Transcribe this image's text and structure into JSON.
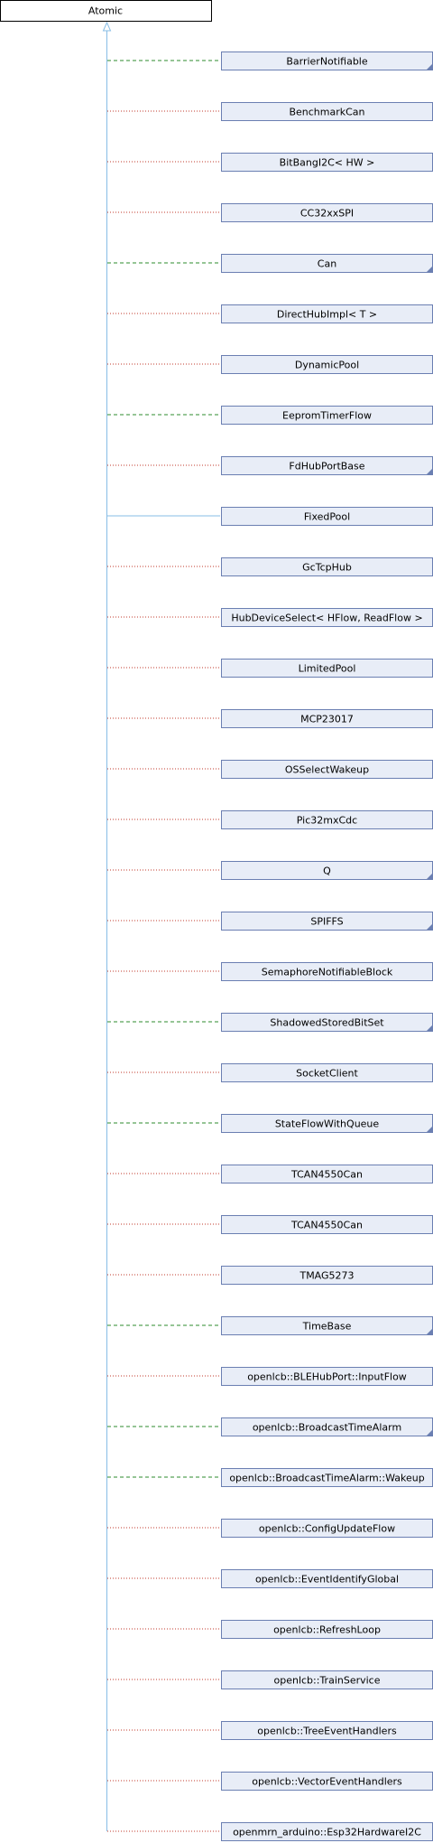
{
  "root": {
    "label": "Atomic"
  },
  "colors": {
    "box_fill": "#e8edf7",
    "box_border": "#6b7fb2",
    "root_fill": "#ffffff",
    "root_border": "#000000",
    "solid_edge": "#87bde6",
    "green_edge": "#2e8b2e",
    "red_edge": "#c0392b"
  },
  "edge_styles": [
    "green_dashed",
    "red_dotted",
    "solid_blue"
  ],
  "classes": [
    {
      "label": "BarrierNotifiable",
      "edge": "green_dashed",
      "truncated": true
    },
    {
      "label": "BenchmarkCan",
      "edge": "red_dotted",
      "truncated": false
    },
    {
      "label": "BitBangI2C< HW >",
      "edge": "red_dotted",
      "truncated": false
    },
    {
      "label": "CC32xxSPI",
      "edge": "red_dotted",
      "truncated": false
    },
    {
      "label": "Can",
      "edge": "green_dashed",
      "truncated": true
    },
    {
      "label": "DirectHubImpl< T >",
      "edge": "red_dotted",
      "truncated": false
    },
    {
      "label": "DynamicPool",
      "edge": "red_dotted",
      "truncated": false
    },
    {
      "label": "EepromTimerFlow",
      "edge": "green_dashed",
      "truncated": false
    },
    {
      "label": "FdHubPortBase",
      "edge": "red_dotted",
      "truncated": true
    },
    {
      "label": "FixedPool",
      "edge": "solid_blue",
      "truncated": false
    },
    {
      "label": "GcTcpHub",
      "edge": "red_dotted",
      "truncated": false
    },
    {
      "label": "HubDeviceSelect< HFlow, ReadFlow >",
      "edge": "red_dotted",
      "truncated": false
    },
    {
      "label": "LimitedPool",
      "edge": "red_dotted",
      "truncated": false
    },
    {
      "label": "MCP23017",
      "edge": "red_dotted",
      "truncated": false
    },
    {
      "label": "OSSelectWakeup",
      "edge": "red_dotted",
      "truncated": false
    },
    {
      "label": "Pic32mxCdc",
      "edge": "red_dotted",
      "truncated": false
    },
    {
      "label": "Q",
      "edge": "red_dotted",
      "truncated": true
    },
    {
      "label": "SPIFFS",
      "edge": "red_dotted",
      "truncated": true
    },
    {
      "label": "SemaphoreNotifiableBlock",
      "edge": "red_dotted",
      "truncated": false
    },
    {
      "label": "ShadowedStoredBitSet",
      "edge": "green_dashed",
      "truncated": true
    },
    {
      "label": "SocketClient",
      "edge": "red_dotted",
      "truncated": false
    },
    {
      "label": "StateFlowWithQueue",
      "edge": "green_dashed",
      "truncated": true
    },
    {
      "label": "TCAN4550Can",
      "edge": "red_dotted",
      "truncated": false
    },
    {
      "label": "TCAN4550Can",
      "edge": "red_dotted",
      "truncated": false
    },
    {
      "label": "TMAG5273",
      "edge": "red_dotted",
      "truncated": false
    },
    {
      "label": "TimeBase",
      "edge": "green_dashed",
      "truncated": true
    },
    {
      "label": "openlcb::BLEHubPort::InputFlow",
      "edge": "red_dotted",
      "truncated": false
    },
    {
      "label": "openlcb::BroadcastTimeAlarm",
      "edge": "green_dashed",
      "truncated": true
    },
    {
      "label": "openlcb::BroadcastTimeAlarm::Wakeup",
      "edge": "green_dashed",
      "truncated": false
    },
    {
      "label": "openlcb::ConfigUpdateFlow",
      "edge": "red_dotted",
      "truncated": false
    },
    {
      "label": "openlcb::EventIdentifyGlobal",
      "edge": "red_dotted",
      "truncated": false
    },
    {
      "label": "openlcb::RefreshLoop",
      "edge": "red_dotted",
      "truncated": false
    },
    {
      "label": "openlcb::TrainService",
      "edge": "red_dotted",
      "truncated": false
    },
    {
      "label": "openlcb::TreeEventHandlers",
      "edge": "red_dotted",
      "truncated": false
    },
    {
      "label": "openlcb::VectorEventHandlers",
      "edge": "red_dotted",
      "truncated": false
    },
    {
      "label": "openmrn_arduino::Esp32HardwareI2C",
      "edge": "red_dotted",
      "truncated": false
    }
  ]
}
